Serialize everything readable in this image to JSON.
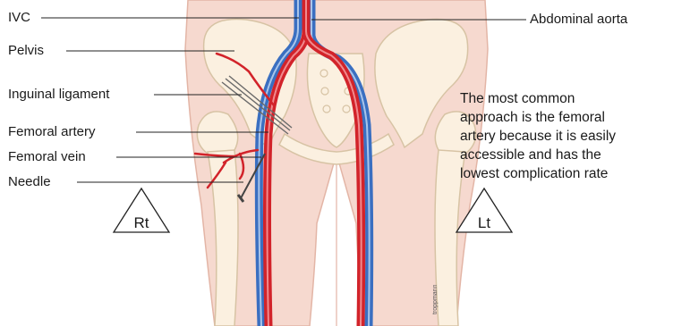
{
  "labels": {
    "ivc": "IVC",
    "pelvis": "Pelvis",
    "inguinal_ligament": "Inguinal ligament",
    "femoral_artery": "Femoral artery",
    "femoral_vein": "Femoral vein",
    "needle": "Needle",
    "abdominal_aorta": "Abdominal aorta"
  },
  "side_markers": {
    "right": "Rt",
    "left": "Lt"
  },
  "caption": {
    "lines": [
      "The most common",
      "approach is the femoral",
      "artery because it is easily",
      "accessible and has the",
      "lowest complication rate"
    ]
  },
  "signature": "troppmann",
  "colors": {
    "skin": "#f6d9cf",
    "skin_edge": "#e3b5a6",
    "bone": "#fbf0e0",
    "bone_edge": "#d7c3a4",
    "artery": "#d2232a",
    "vein": "#3a6fc1",
    "leader": "#222222"
  }
}
